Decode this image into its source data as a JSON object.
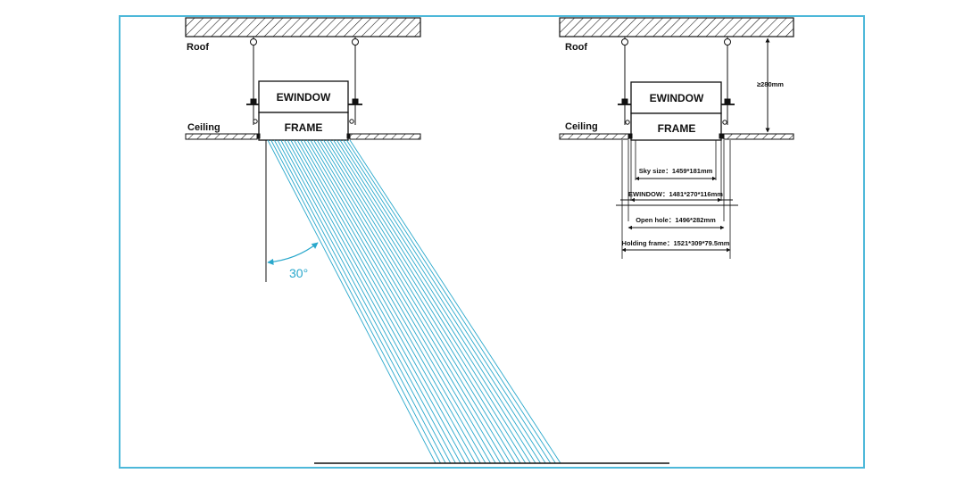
{
  "colors": {
    "border": "#4db8d9",
    "light_beam": "#2aa8cc",
    "line": "#111111"
  },
  "left_diagram": {
    "roof_label": "Roof",
    "ceiling_label": "Ceiling",
    "ewindow_label": "EWINDOW",
    "frame_label": "FRAME",
    "angle_label": "30°"
  },
  "right_diagram": {
    "roof_label": "Roof",
    "ceiling_label": "Ceiling",
    "ewindow_label": "EWINDOW",
    "frame_label": "FRAME",
    "height_dim": "≥280mm",
    "dimensions": [
      "Sky size：1459*181mm",
      "EWINDOW：1481*270*116mm",
      "Open hole：1496*282mm",
      "Holding frame：1521*309*79.5mm"
    ]
  }
}
